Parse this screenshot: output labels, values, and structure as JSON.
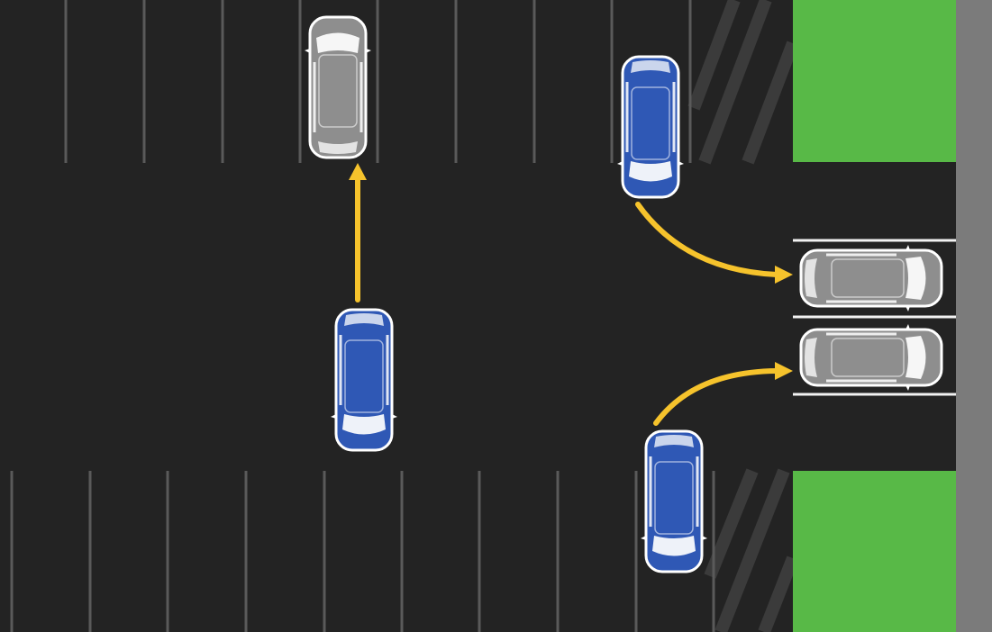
{
  "colors": {
    "asphalt": "#232323",
    "lane_line": "#5a5a5a",
    "hatch": "#3b3b3b",
    "grass": "#58b947",
    "sidewalk": "#7b7b7b",
    "stall_line": "#f2f2f2",
    "arrow": "#f6c32c",
    "moving_car": "#2f58b5",
    "parked_car": "#8e8e8e"
  },
  "legend": {
    "moving_car_icon": "blue-car-icon",
    "parked_car_icon": "gray-car-icon",
    "path_icon": "yellow-arrow-icon"
  },
  "cars": {
    "moving": [
      "car-center-moving",
      "car-top-right-moving",
      "car-bottom-right-moving"
    ],
    "parked": [
      "car-top-parked",
      "car-stall-upper-parked",
      "car-stall-lower-parked"
    ]
  }
}
